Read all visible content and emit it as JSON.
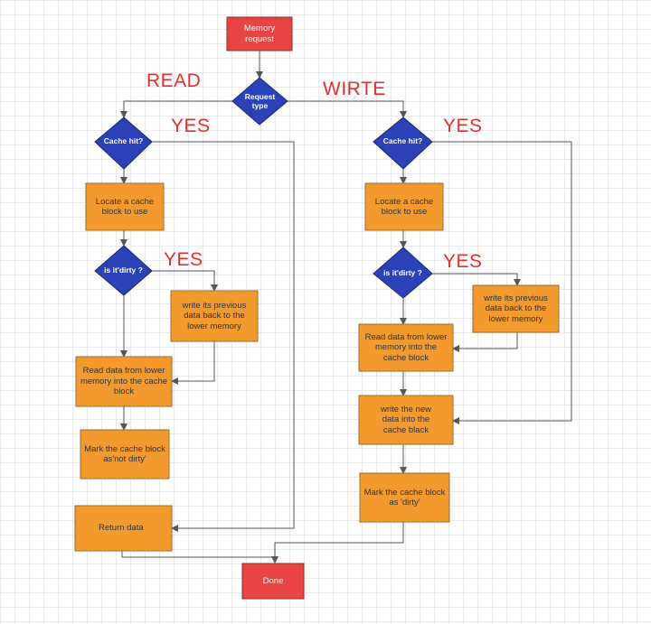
{
  "colors": {
    "process_fill": "#f39a2f",
    "process_stroke": "#9a6b2a",
    "terminal_fill": "#e84444",
    "terminal_stroke": "#8a2b2b",
    "decision_fill": "#2b41b8",
    "decision_stroke": "#1a2670",
    "branch_label": "#e0312f",
    "line": "#555555"
  },
  "nodes": {
    "memory_request": "Memory request",
    "request_type": "Request type",
    "read_cache_hit": "Cache hit?",
    "read_locate": "Locate a cache block to use",
    "read_dirty": "is it'dirty ?",
    "read_writeback": "write its previous data back to the lower memory",
    "read_read_data": "Read data from lower memory into the cache block",
    "read_mark": "Mark the cache block as'not dirty'",
    "return_data": "Return data",
    "write_cache_hit": "Cache hit?",
    "write_locate": "Locate a cache block to use",
    "write_dirty": "is it'dirty ?",
    "write_writeback": "write its previous data back to the lower memory",
    "write_read_data": "Read data from lower memory into the cache block",
    "write_new_data": "write the new data into the cache black",
    "write_mark": "Mark the cache block as 'dirty'",
    "done": "Done"
  },
  "labels": {
    "read": "READ",
    "write": "WIRTE",
    "read_hit_yes": "YES",
    "read_dirty_yes": "YES",
    "write_hit_yes": "YES",
    "write_dirty_yes": "YES"
  }
}
